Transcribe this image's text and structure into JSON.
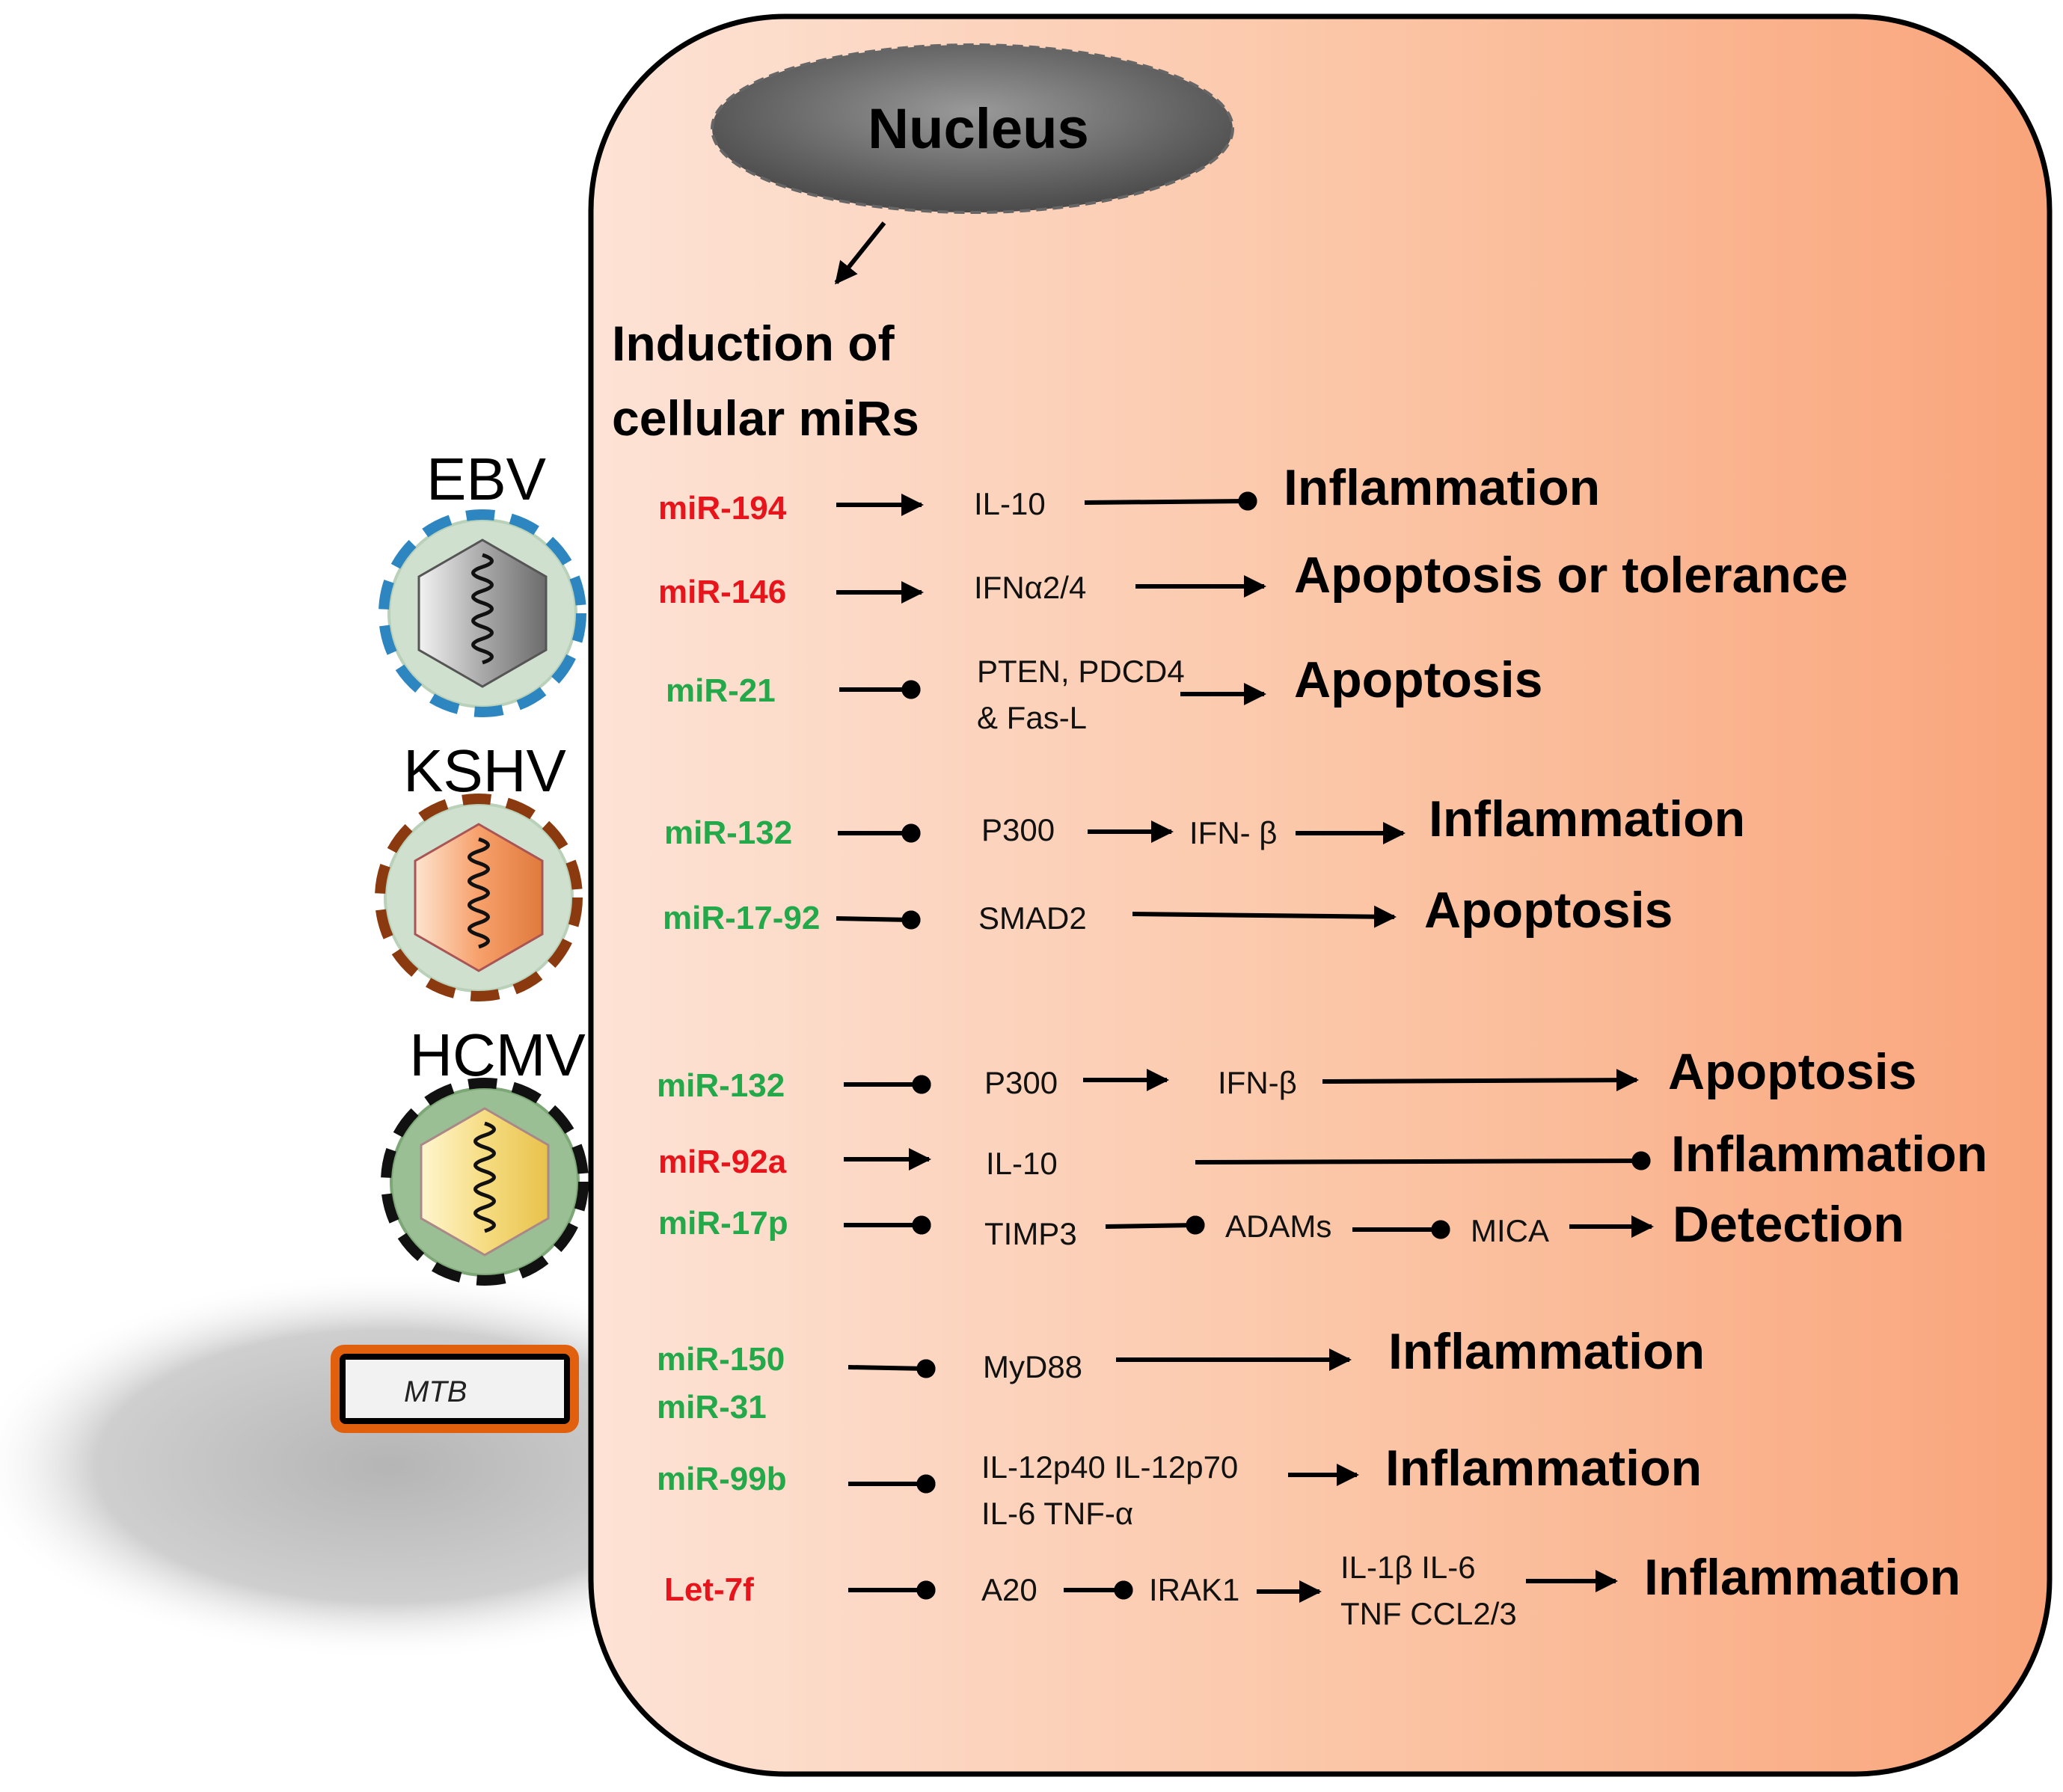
{
  "colors": {
    "cell_gradient_start": "#fde3d6",
    "cell_gradient_end": "#f9a47a",
    "mir_red": "#e8141c",
    "mir_green": "#23a84a",
    "ebv_dash": "#2e86c1",
    "kshv_dash": "#8b3a0f",
    "hcmv_dash": "#111111",
    "mtb_border": "#e0600e"
  },
  "nucleus": {
    "label": "Nucleus"
  },
  "induction": {
    "line1": "Induction of",
    "line2": "cellular miRs"
  },
  "viruses": [
    {
      "label": "EBV",
      "icon": "ebv-virion-icon"
    },
    {
      "label": "KSHV",
      "icon": "kshv-virion-icon"
    },
    {
      "label": "HCMV",
      "icon": "hcmv-virion-icon"
    }
  ],
  "mtb": {
    "label": "MTB"
  },
  "rows": {
    "r1": {
      "mir": "miR-194",
      "mir_color": "red",
      "t1": "IL-10",
      "outcome": "Inflammation"
    },
    "r2": {
      "mir": "miR-146",
      "mir_color": "red",
      "t1": "IFNα2/4",
      "outcome": "Apoptosis or tolerance"
    },
    "r3": {
      "mir": "miR-21",
      "mir_color": "green",
      "t1a": "PTEN, PDCD4",
      "t1b": "& Fas-L",
      "outcome": "Apoptosis"
    },
    "r4": {
      "mir": "miR-132",
      "mir_color": "green",
      "t1": "P300",
      "t2": "IFN- β",
      "outcome": "Inflammation"
    },
    "r5": {
      "mir": "miR-17-92",
      "mir_color": "green",
      "t1": "SMAD2",
      "outcome": "Apoptosis"
    },
    "r6": {
      "mir": "miR-132",
      "mir_color": "green",
      "t1": "P300",
      "t2": "IFN-β",
      "outcome": "Apoptosis"
    },
    "r7": {
      "mir": "miR-92a",
      "mir_color": "red",
      "t1": "IL-10",
      "outcome": "Inflammation"
    },
    "r8": {
      "mir": "miR-17p",
      "mir_color": "green",
      "t1": "TIMP3",
      "t2": "ADAMs",
      "t3": "MICA",
      "outcome": "Detection"
    },
    "r9": {
      "mir_a": "miR-150",
      "mir_b": "miR-31",
      "mir_color": "green",
      "t1": "MyD88",
      "outcome": "Inflammation"
    },
    "r10": {
      "mir": "miR-99b",
      "mir_color": "green",
      "t1a": "IL-12p40 IL-12p70",
      "t1b": "IL-6 TNF-α",
      "outcome": "Inflammation"
    },
    "r11": {
      "mir": "Let-7f",
      "mir_color": "red",
      "t1": "A20",
      "t2": "IRAK1",
      "t3a": "IL-1β IL-6",
      "t3b": "TNF CCL2/3",
      "outcome": "Inflammation"
    }
  }
}
